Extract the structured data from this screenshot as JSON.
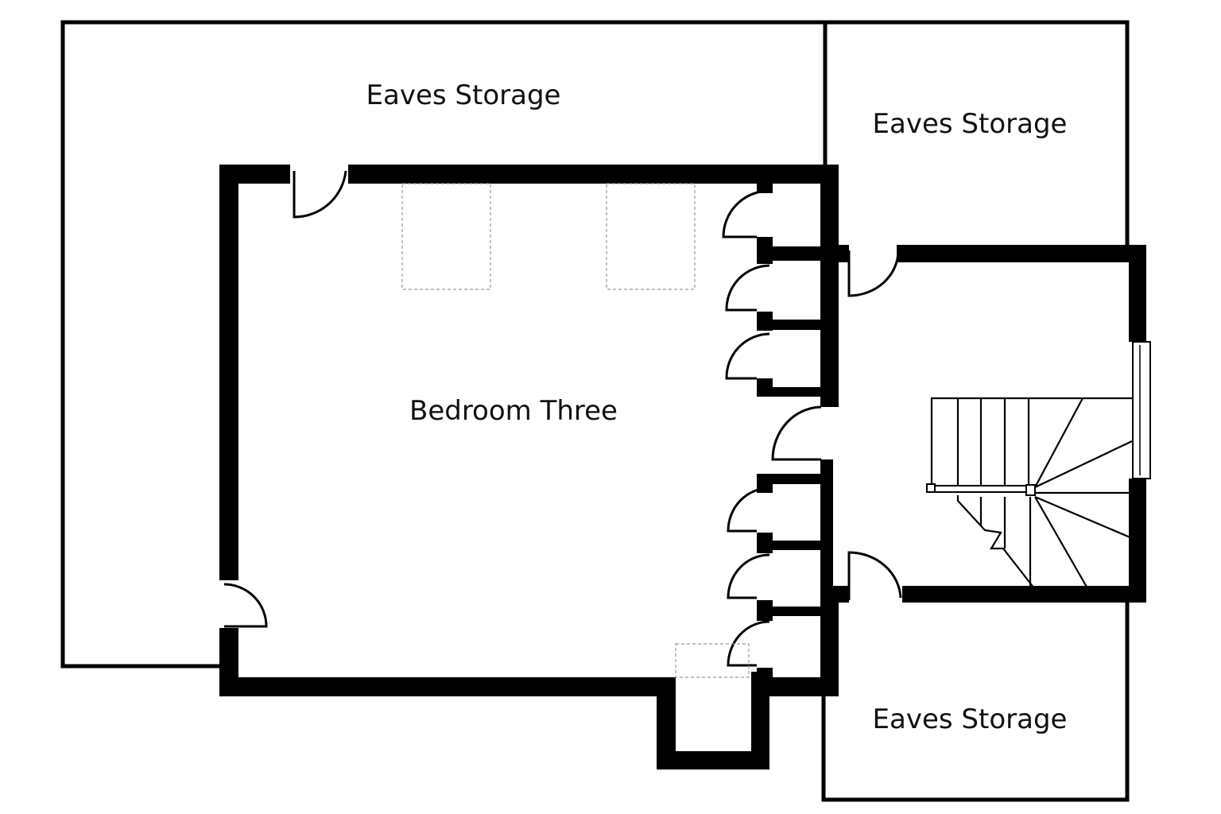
{
  "rooms": {
    "eaves_top_left": "Eaves Storage",
    "eaves_top_right": "Eaves Storage",
    "eaves_bottom_right": "Eaves Storage",
    "bedroom": "Bedroom Three"
  }
}
